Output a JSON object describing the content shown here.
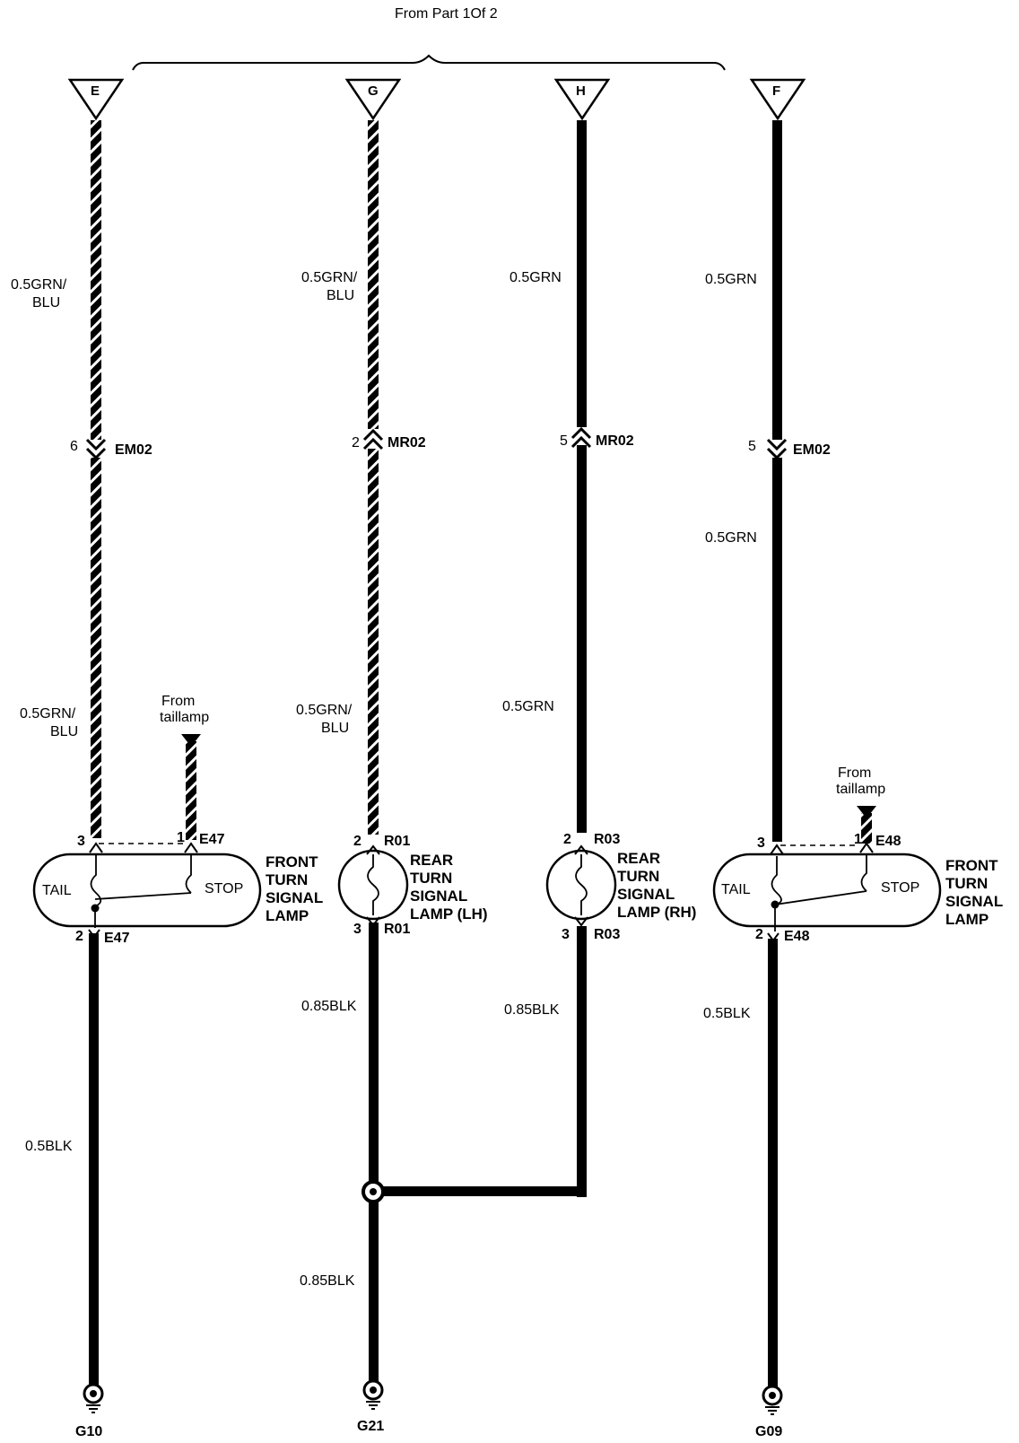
{
  "header": {
    "title": "From Part 1Of 2"
  },
  "connectors": {
    "e": "E",
    "g": "G",
    "h": "H",
    "f": "F"
  },
  "wires": {
    "e_top_a": "0.5GRN/",
    "e_top_b": "BLU",
    "g_top_a": "0.5GRN/",
    "g_top_b": "BLU",
    "h_top": "0.5GRN",
    "f_top": "0.5GRN",
    "f_mid": "0.5GRN",
    "e_mid_a": "0.5GRN/",
    "e_mid_b": "BLU",
    "g_mid_a": "0.5GRN/",
    "g_mid_b": "BLU",
    "h_mid": "0.5GRN",
    "g_low": "0.85BLK",
    "h_low": "0.85BLK",
    "f_low": "0.5BLK",
    "e_low": "0.5BLK",
    "g_bottom": "0.85BLK"
  },
  "splices": {
    "e_pin": "6",
    "e_name": "EM02",
    "g_pin": "2",
    "g_name": "MR02",
    "h_pin": "5",
    "h_name": "MR02",
    "f_pin": "5",
    "f_name": "EM02"
  },
  "taillamp": {
    "left_a": "From",
    "left_b": "taillamp",
    "right_a": "From",
    "right_b": "taillamp"
  },
  "lamps": {
    "front_lh": {
      "pin_tail": "3",
      "pin_stop": "1",
      "conn_top": "E47",
      "pin_ground": "2",
      "conn_bottom": "E47",
      "tail": "TAIL",
      "stop": "STOP",
      "name_1": "FRONT",
      "name_2": "TURN",
      "name_3": "SIGNAL",
      "name_4": "LAMP"
    },
    "rear_lh": {
      "pin_top": "2",
      "conn_top": "R01",
      "pin_bottom": "3",
      "conn_bottom": "R01",
      "name_1": "REAR",
      "name_2": "TURN",
      "name_3": "SIGNAL",
      "name_4": "LAMP (LH)"
    },
    "rear_rh": {
      "pin_top": "2",
      "conn_top": "R03",
      "pin_bottom": "3",
      "conn_bottom": "R03",
      "name_1": "REAR",
      "name_2": "TURN",
      "name_3": "SIGNAL",
      "name_4": "LAMP (RH)"
    },
    "front_rh": {
      "pin_tail": "3",
      "pin_stop": "1",
      "conn_top": "E48",
      "pin_ground": "2",
      "conn_bottom": "E48",
      "tail": "TAIL",
      "stop": "STOP",
      "name_1": "FRONT",
      "name_2": "TURN",
      "name_3": "SIGNAL",
      "name_4": "LAMP"
    }
  },
  "grounds": {
    "g10": "G10",
    "g21": "G21",
    "g09": "G09"
  }
}
